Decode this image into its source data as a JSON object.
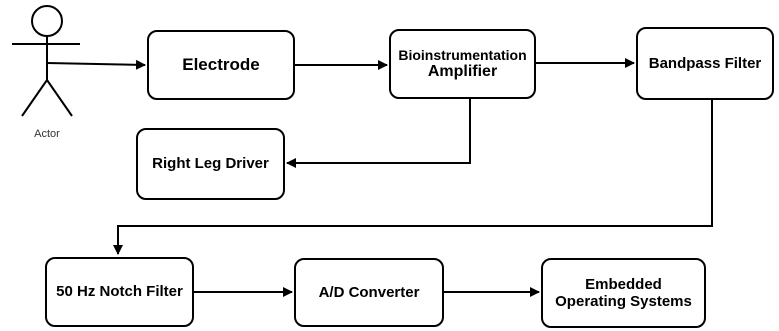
{
  "actor": {
    "label": "Actor"
  },
  "nodes": {
    "electrode": {
      "label": "Electrode"
    },
    "bio_amp": {
      "line1": "Bioinstrumentation",
      "line2": "Amplifier"
    },
    "bandpass": {
      "label": "Bandpass Filter"
    },
    "right_leg": {
      "label": "Right Leg Driver"
    },
    "notch": {
      "label": "50 Hz Notch Filter"
    },
    "adc": {
      "label": "A/D Converter"
    },
    "embedded": {
      "line1": "Embedded",
      "line2": "Operating Systems"
    }
  },
  "colors": {
    "stroke": "#000000",
    "background": "#ffffff"
  }
}
